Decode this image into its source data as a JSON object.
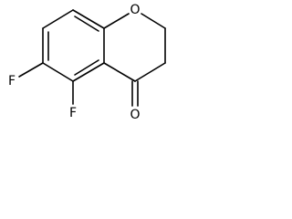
{
  "molecule": {
    "atoms": {
      "oxygen_ring": "O",
      "oxygen_carbonyl": "O",
      "fluorine_6": "F",
      "fluorine_5": "F"
    }
  }
}
